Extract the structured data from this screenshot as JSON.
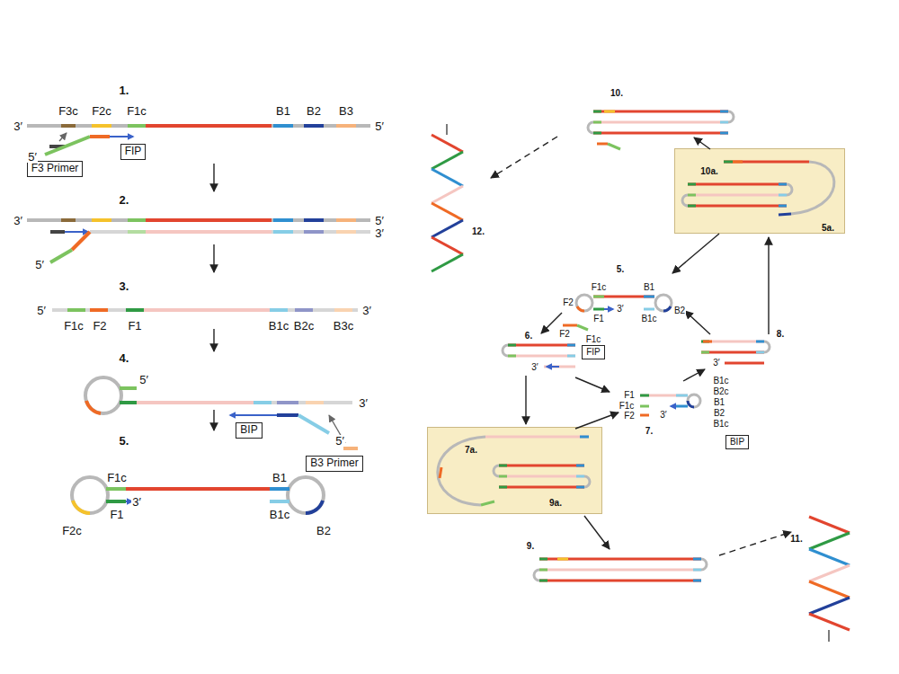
{
  "diagram": {
    "nodes": [
      {
        "text": [
          "F3 Primer"
        ]
      },
      {
        "text": [
          "FIP"
        ]
      },
      {
        "text": [
          "BIP"
        ]
      },
      {
        "text": [
          "B3 Primer"
        ]
      },
      {
        "text": [
          "10a.",
          "5a."
        ]
      },
      {
        "text": [
          "FIP"
        ]
      },
      {
        "text": [
          "7a.",
          "9a."
        ]
      },
      {
        "text": [
          "BIP"
        ]
      }
    ],
    "labels": [
      "1.",
      "F3c",
      "F2c",
      "F1c",
      "B1",
      "B2",
      "B3",
      "3′",
      "5′",
      "5′",
      "2.",
      "3′",
      "5′",
      "3′",
      "5′",
      "3.",
      "5′",
      "3′",
      "F1c",
      "F2",
      "F1",
      "B1c",
      "B2c",
      "B3c",
      "4.",
      "5′",
      "3′",
      "5′",
      "5.",
      "F1c",
      "F1",
      "3′",
      "F2c",
      "B1",
      "B1c",
      "B2",
      "10.",
      "12.",
      "5.",
      "F1c",
      "B1",
      "F2",
      "F1",
      "3′",
      "B1c",
      "B2",
      "F2",
      "F1c",
      "6.",
      "8.",
      "3′",
      "3′",
      "7.",
      "F1",
      "F1c",
      "F2",
      "B1c",
      "B2c",
      "B1",
      "3′",
      "B2",
      "B1c",
      "9.",
      "11."
    ]
  }
}
